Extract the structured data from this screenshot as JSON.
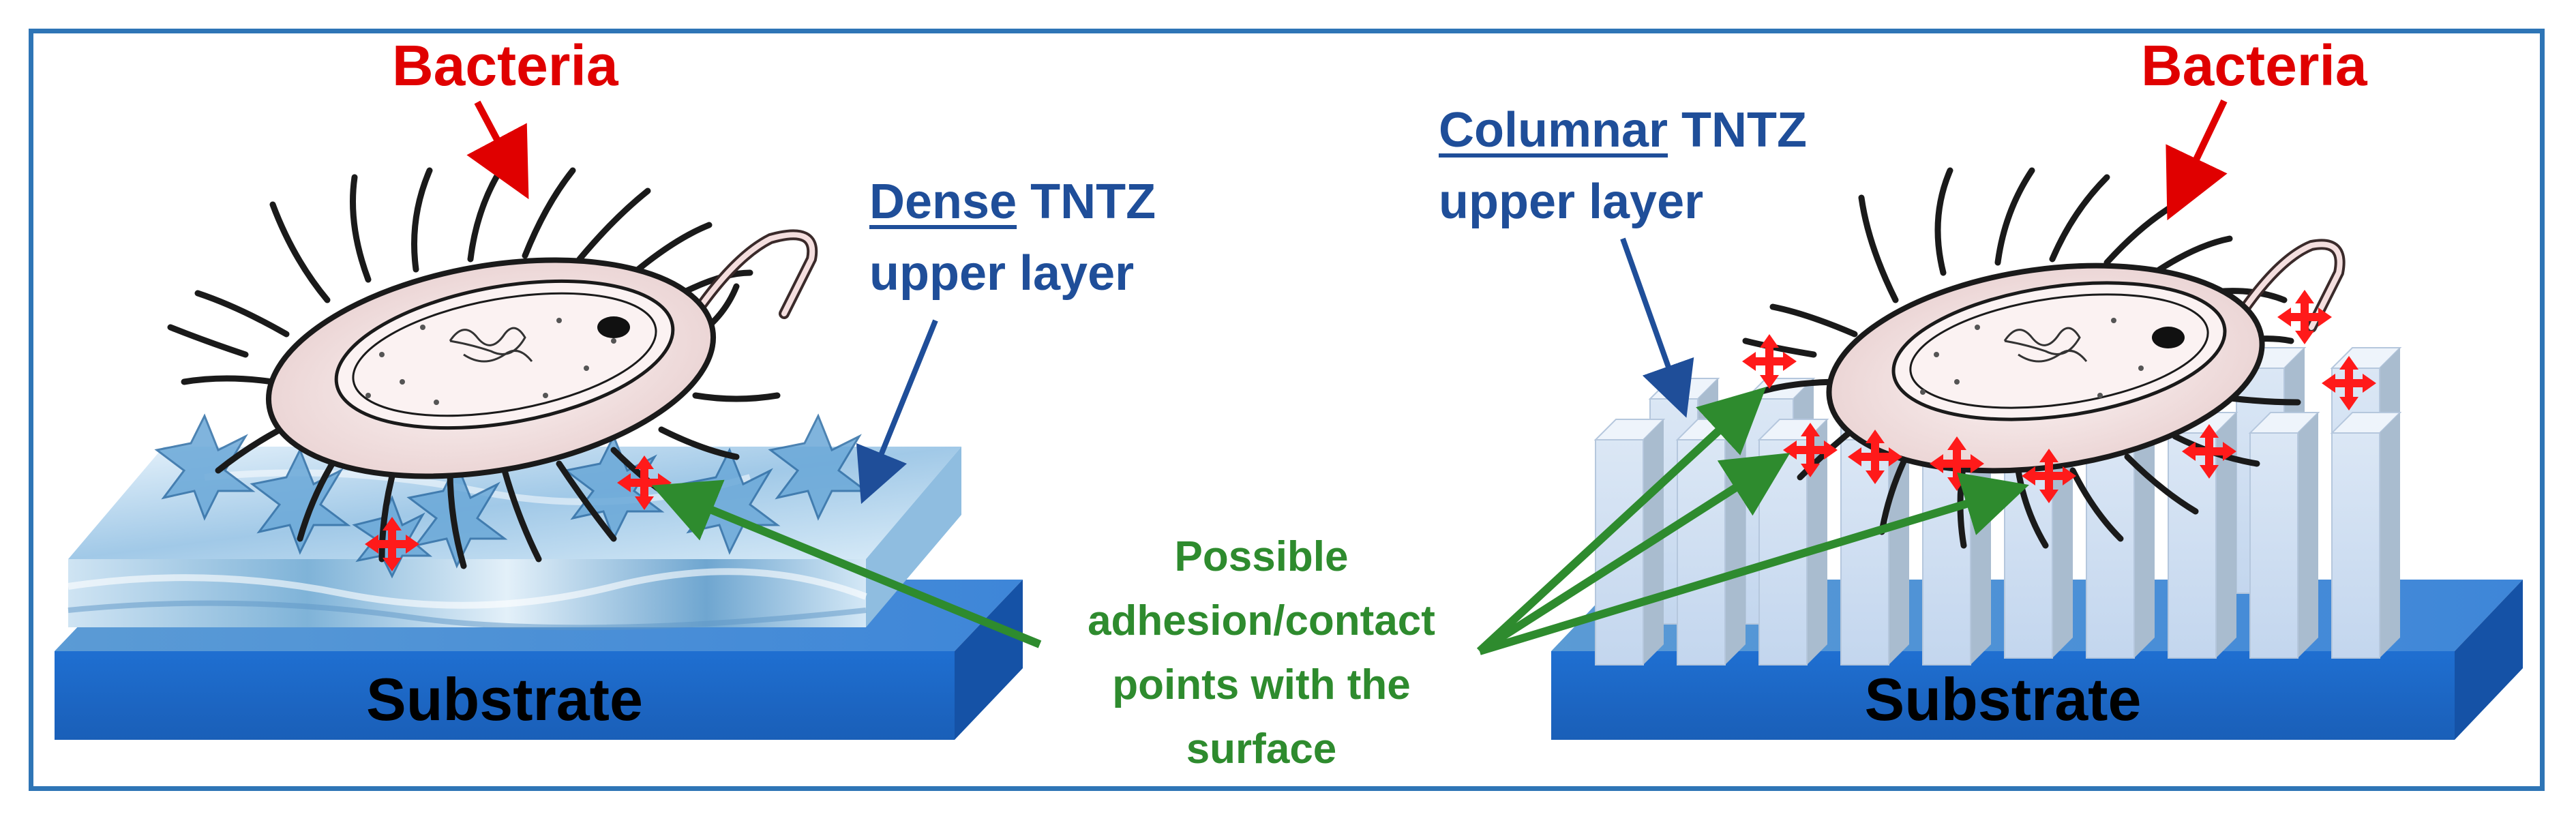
{
  "left": {
    "bacteria_label": "Bacteria",
    "layer_emph": "Dense",
    "layer_rest": "TNTZ",
    "layer_line2": "upper layer",
    "substrate_label": "Substrate"
  },
  "right": {
    "bacteria_label": "Bacteria",
    "layer_emph": "Columnar",
    "layer_rest": "TNTZ",
    "layer_line2": "upper layer",
    "substrate_label": "Substrate"
  },
  "center": {
    "lines": [
      "Possible",
      "adhesion/contact",
      "points with the",
      "surface"
    ]
  },
  "colors": {
    "bacteria_label": "#e00000",
    "layer_label": "#1f4e99",
    "adhesion_label": "#2e8b2e",
    "substrate": "#1f6fd1",
    "frame": "#2e75b6",
    "contact_marker": "#ff0000"
  }
}
